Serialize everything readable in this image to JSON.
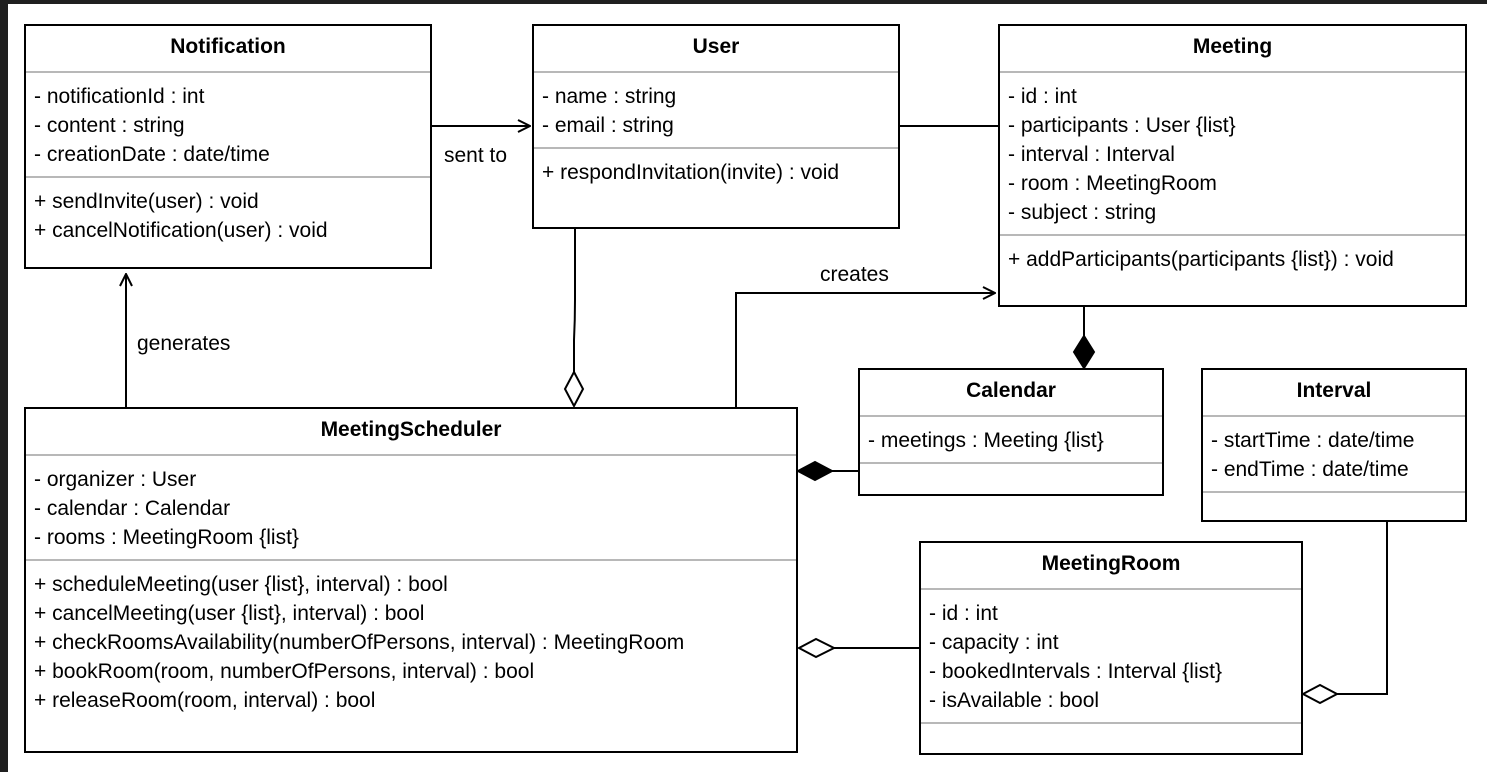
{
  "classes": {
    "notification": {
      "name": "Notification",
      "attributes": [
        "- notificationId : int",
        "- content : string",
        "- creationDate : date/time"
      ],
      "methods": [
        "+ sendInvite(user) : void",
        "+ cancelNotification(user) : void"
      ]
    },
    "user": {
      "name": "User",
      "attributes": [
        "- name : string",
        "- email : string"
      ],
      "methods": [
        "+ respondInvitation(invite) : void"
      ]
    },
    "meeting": {
      "name": "Meeting",
      "attributes": [
        "- id : int",
        "- participants : User {list}",
        "- interval : Interval",
        "- room : MeetingRoom",
        "- subject : string"
      ],
      "methods": [
        "+ addParticipants(participants {list}) : void"
      ]
    },
    "calendar": {
      "name": "Calendar",
      "attributes": [
        "- meetings : Meeting {list}"
      ],
      "methods": []
    },
    "interval": {
      "name": "Interval",
      "attributes": [
        "- startTime : date/time",
        "- endTime : date/time"
      ],
      "methods": []
    },
    "meetingScheduler": {
      "name": "MeetingScheduler",
      "attributes": [
        "- organizer : User",
        "- calendar : Calendar",
        "- rooms : MeetingRoom {list}"
      ],
      "methods": [
        "+ scheduleMeeting(user {list}, interval) : bool",
        "+ cancelMeeting(user {list}, interval) : bool",
        "+ checkRoomsAvailability(numberOfPersons, interval) : MeetingRoom",
        "+ bookRoom(room, numberOfPersons, interval) : bool",
        "+ releaseRoom(room, interval) : bool"
      ]
    },
    "meetingRoom": {
      "name": "MeetingRoom",
      "attributes": [
        "- id : int",
        "- capacity : int",
        "- bookedIntervals : Interval {list}",
        "- isAvailable : bool"
      ],
      "methods": []
    }
  },
  "relations": {
    "sent_to": "sent to",
    "creates": "creates",
    "generates": "generates"
  }
}
